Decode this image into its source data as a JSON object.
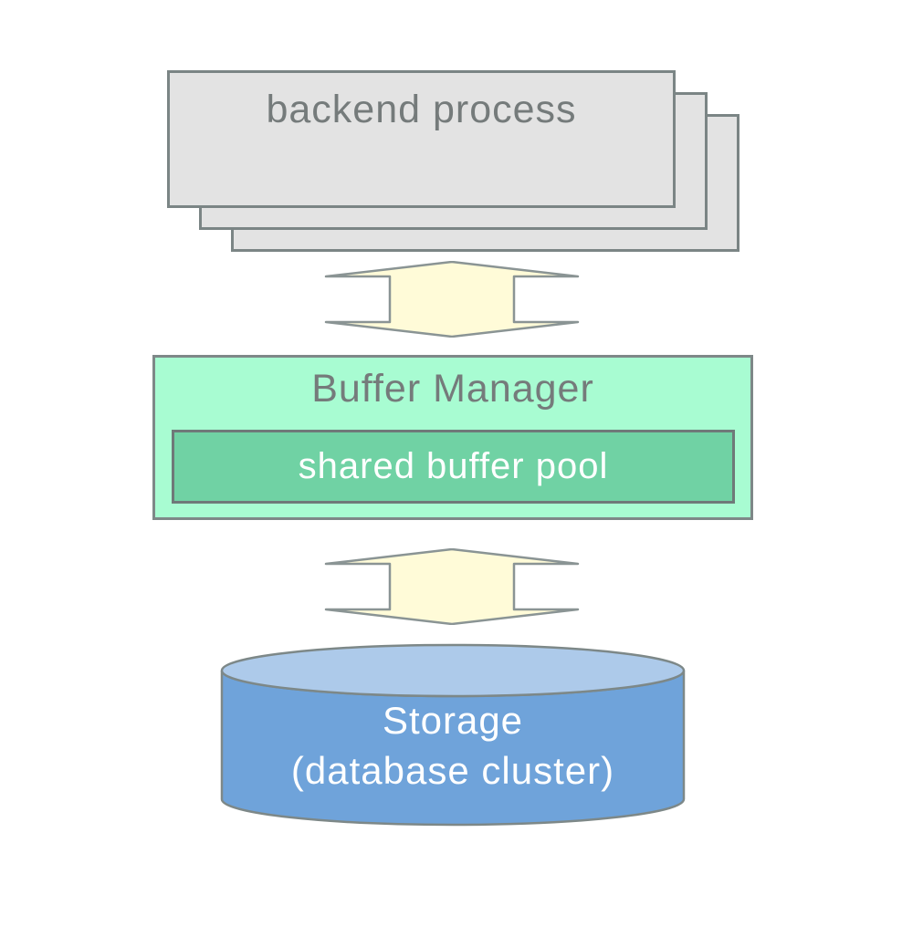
{
  "diagram": {
    "title": "buffer manager architecture",
    "background_color": "#ffffff",
    "backend": {
      "label": "backend process",
      "stack_count": 3,
      "fill": "#e3e3e3",
      "border_color": "#7b8585",
      "text_color": "#757b7b"
    },
    "arrows": {
      "direction": "up-down-bidirectional",
      "fill": "#fffbd8",
      "border_color": "#8a9494"
    },
    "buffer_manager": {
      "label": "Buffer Manager",
      "fill": "#a8fcd2",
      "border_color": "#7e8888",
      "text_color": "#757b7b",
      "pool": {
        "label": "shared buffer pool",
        "fill": "#70d2a4",
        "border_color": "#6f7979",
        "text_color": "#ffffff"
      }
    },
    "storage": {
      "label_line1": "Storage",
      "label_line2": "(database cluster)",
      "body_fill": "#6fa3da",
      "top_fill": "#adcaea",
      "border_color": "#7d8888",
      "text_color": "#ffffff"
    }
  }
}
